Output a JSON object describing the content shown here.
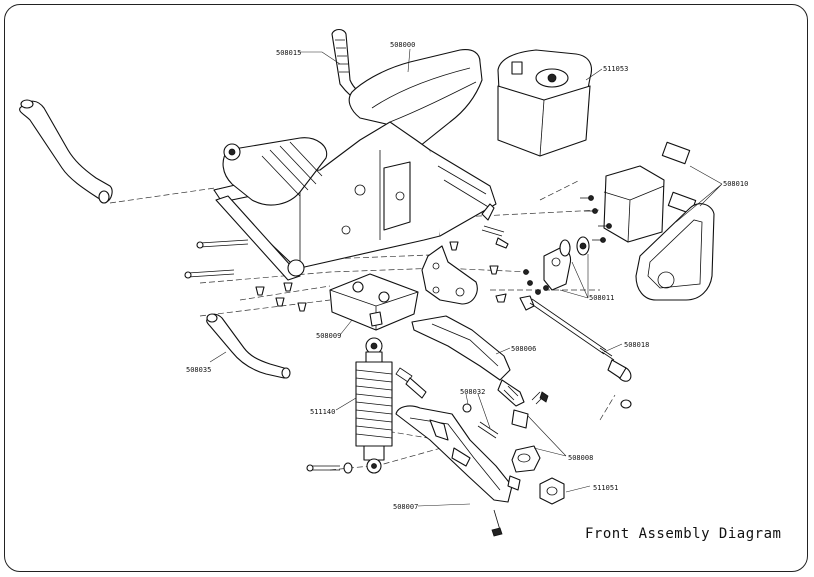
{
  "title": "Front Assembly Diagram",
  "parts": [
    {
      "id": "p508015",
      "number": "508015"
    },
    {
      "id": "p508000",
      "number": "508000"
    },
    {
      "id": "p511053",
      "number": "511053"
    },
    {
      "id": "p508010",
      "number": "508010"
    },
    {
      "id": "p508011",
      "number": "508011"
    },
    {
      "id": "p508009",
      "number": "508009"
    },
    {
      "id": "p508035",
      "number": "508035"
    },
    {
      "id": "p508006",
      "number": "508006"
    },
    {
      "id": "p508018",
      "number": "508018"
    },
    {
      "id": "p511140",
      "number": "511140"
    },
    {
      "id": "p508032",
      "number": "508032"
    },
    {
      "id": "p508008",
      "number": "508008"
    },
    {
      "id": "p511051",
      "number": "511051"
    },
    {
      "id": "p508007",
      "number": "508007"
    }
  ]
}
